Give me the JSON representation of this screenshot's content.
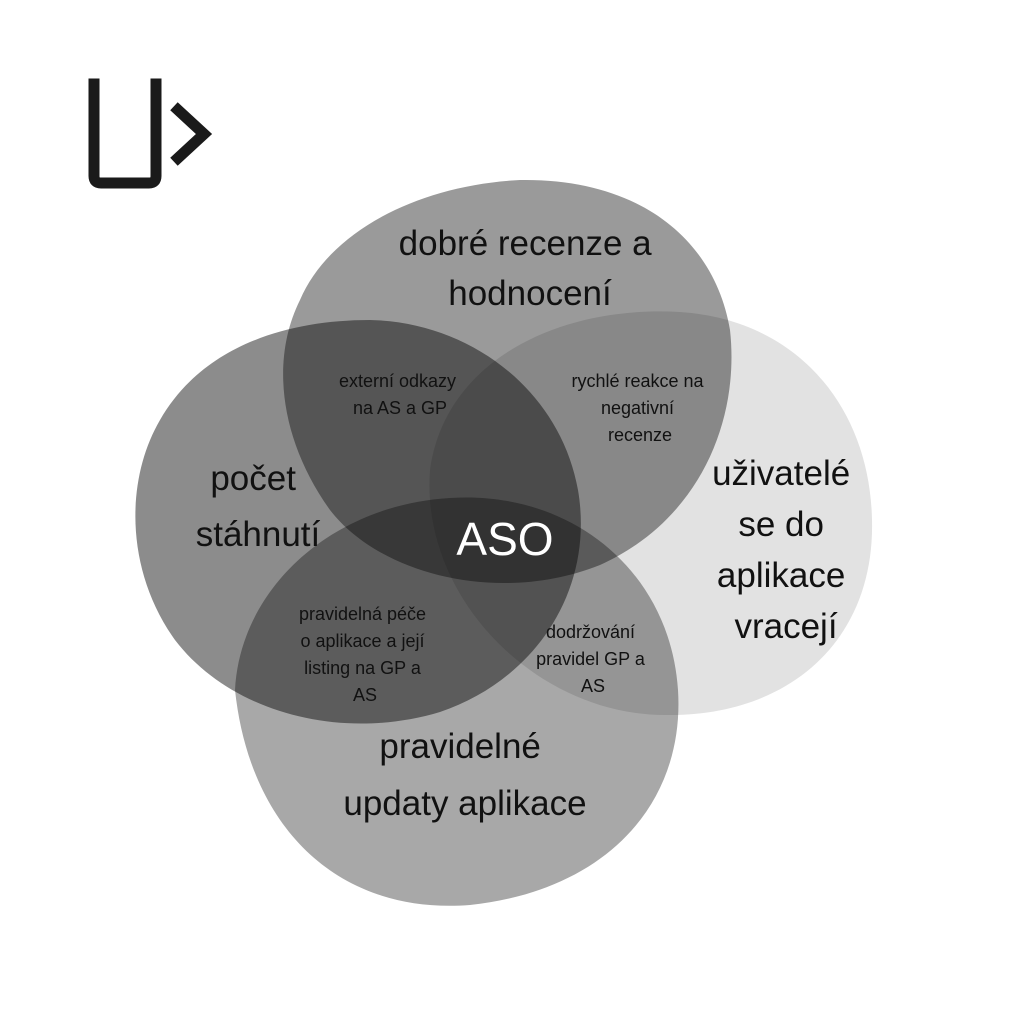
{
  "logo": {
    "name": "U> logo",
    "stroke_color": "#1a1a1a"
  },
  "diagram": {
    "center_label": "ASO",
    "circles": [
      {
        "id": "top",
        "fill": "#9a9a9a",
        "label_lines": [
          "dobré recenze a",
          "hodnocení"
        ]
      },
      {
        "id": "right",
        "fill": "#e2e2e2",
        "label_lines": [
          "uživatelé",
          "se do",
          "aplikace",
          "vracejí"
        ]
      },
      {
        "id": "left",
        "fill": "#8c8c8c",
        "label_lines": [
          "počet",
          "stáhnutí"
        ]
      },
      {
        "id": "bottom",
        "fill": "#a8a8a8",
        "label_lines": [
          "pravidelné",
          "updaty aplikace"
        ]
      }
    ],
    "overlaps": [
      {
        "id": "top-left",
        "label_lines": [
          "externí odkazy",
          "na AS a GP"
        ]
      },
      {
        "id": "top-right",
        "label_lines": [
          "rychlé reakce na",
          "negativní",
          "recenze"
        ]
      },
      {
        "id": "left-bottom",
        "label_lines": [
          "pravidelná péče",
          "o aplikace a její",
          "listing na GP a",
          "AS"
        ]
      },
      {
        "id": "bottom-right",
        "label_lines": [
          "dodržování",
          "pravidel GP a",
          "AS"
        ]
      }
    ]
  }
}
